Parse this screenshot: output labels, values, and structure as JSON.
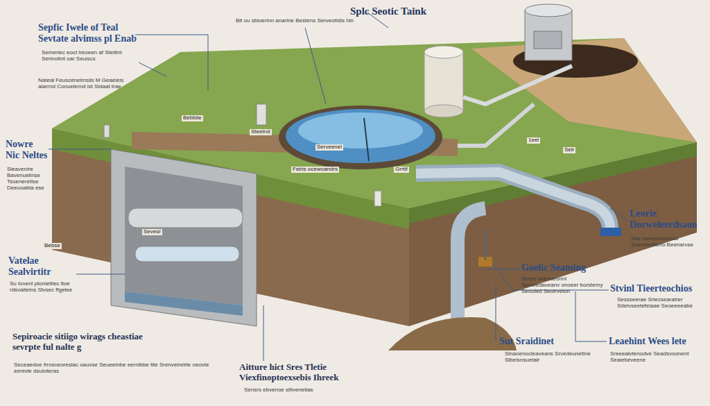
{
  "diagram": {
    "title": "Splc Seotic Taink",
    "labels": [
      "Sepfic Iwele of Teal Sevtate alvimss pl Enab",
      "Semeriec eoct lreoeen af Steiltnt Serinotint oar Seuiscs",
      "Nateal Feuscenelmsiis M Geaeieis alarrnd Conuelernd ist Sidaat trae",
      "Nowre Nic Neltes",
      "Sleavenire Bavenuelinse Tsoeneretise Deeuoabla ese",
      "Vatelae Sealvirtitr",
      "Su tovenl ptonietilec ltoe rdsvaiteins Slvsec ftgelee",
      "Sepiroacie sitiigo wirags cheastiae sevrpte ful nalte g",
      "Seceaedoe frrosveoreslac oauvse Seueeinbe eernibbe tite Srenveirelrte oeovte eenivte dsuloteras",
      "Aitture hict Sres Tletie Viexfinoptoexsebis Ihreek",
      "Sensrs ebvenoe stlivenetias",
      "Goelic Seaming",
      "Serpe aoesueonnl Seueiedaveanv onoeer borstemy Seouted Seulrvelon",
      "Leorie Dorweleerdsaon",
      "Sde tsenecnieesaa Seeneedtleno Beenarvse",
      "Stvinl Tieerteochios",
      "Sessseerae Srlecsearatrer Sdeivseetefeiaae Seoeeeeabe",
      "Sut Sraidinet",
      "Sinaoenocleaveans Srvedeunetine Slbeisnsuetalr",
      "Leaehint Wees lete",
      "Sreeealvtenodve Seadsvoonent Seaiebeveene",
      "Bit ou sbioerinn anarine Bestens Serveotidis hin",
      "Bebbiie",
      "Steelrot",
      "Serveenel",
      "Feiris ocewoandrs",
      "Sevesr",
      "Bebse",
      "Grrtif",
      "1eel",
      "Selr"
    ]
  }
}
